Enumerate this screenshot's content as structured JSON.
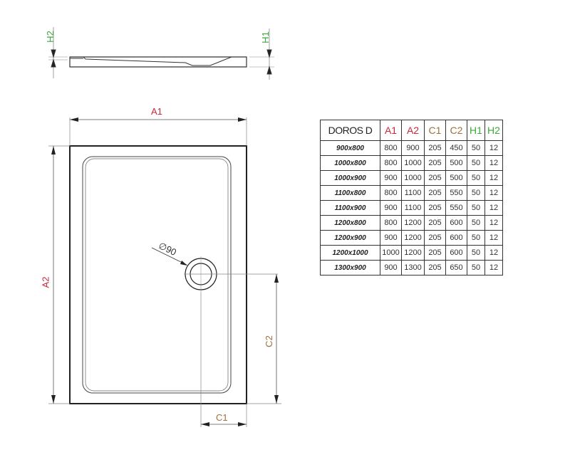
{
  "drawing": {
    "labels": {
      "a1": "A1",
      "a2": "A2",
      "c1": "C1",
      "c2": "C2",
      "h1": "H1",
      "h2": "H2",
      "drain_diameter": "∅90"
    },
    "colors": {
      "a_dims": "#c8283a",
      "c_dims": "#a0703a",
      "h_dims": "#3aaa3a",
      "lines": "#222222"
    }
  },
  "table": {
    "title": "DOROS D",
    "columns": [
      "A1",
      "A2",
      "C1",
      "C2",
      "H1",
      "H2"
    ],
    "rows": [
      {
        "model": "900x800",
        "values": [
          "800",
          "900",
          "205",
          "450",
          "50",
          "12"
        ]
      },
      {
        "model": "1000x800",
        "values": [
          "800",
          "1000",
          "205",
          "500",
          "50",
          "12"
        ]
      },
      {
        "model": "1000x900",
        "values": [
          "900",
          "1000",
          "205",
          "500",
          "50",
          "12"
        ]
      },
      {
        "model": "1100x800",
        "values": [
          "800",
          "1100",
          "205",
          "550",
          "50",
          "12"
        ]
      },
      {
        "model": "1100x900",
        "values": [
          "900",
          "1100",
          "205",
          "550",
          "50",
          "12"
        ]
      },
      {
        "model": "1200x800",
        "values": [
          "800",
          "1200",
          "205",
          "600",
          "50",
          "12"
        ]
      },
      {
        "model": "1200x900",
        "values": [
          "900",
          "1200",
          "205",
          "600",
          "50",
          "12"
        ]
      },
      {
        "model": "1200x1000",
        "values": [
          "1000",
          "1200",
          "205",
          "600",
          "50",
          "12"
        ]
      },
      {
        "model": "1300x900",
        "values": [
          "900",
          "1300",
          "205",
          "650",
          "50",
          "12"
        ]
      }
    ]
  }
}
